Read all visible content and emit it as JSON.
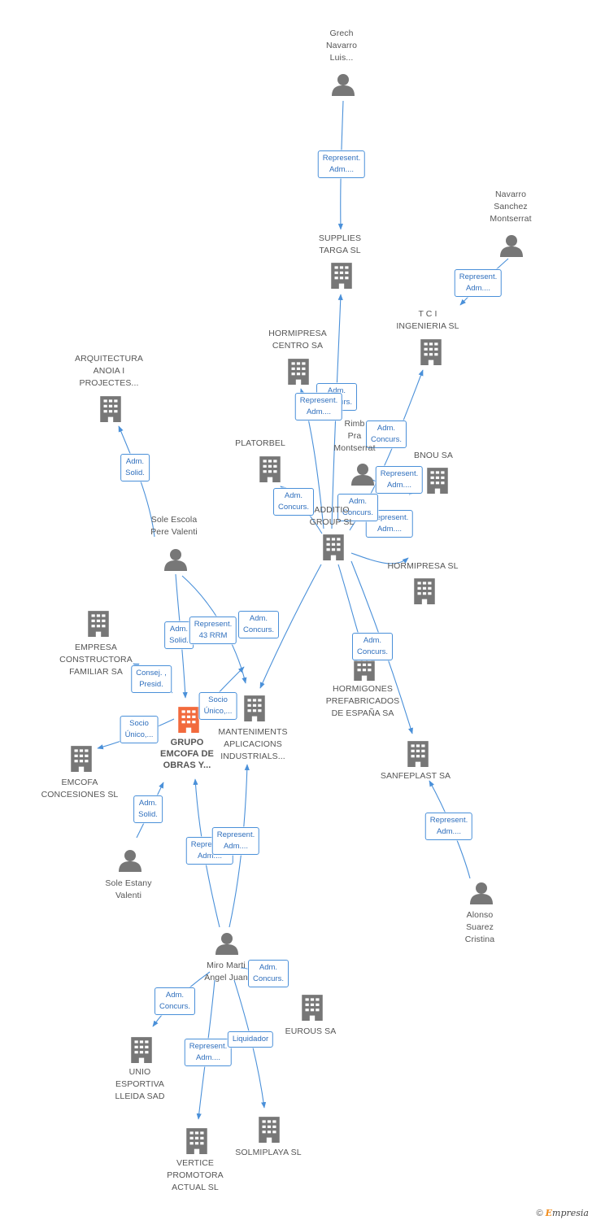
{
  "colors": {
    "edge": "#4a90d9",
    "node": "#777777",
    "main_node": "#f26a3d",
    "label": "#555555"
  },
  "nodes": [
    {
      "id": "grupo",
      "type": "company",
      "main": true,
      "lines": [
        "GRUPO",
        "EMCOFA DE",
        "OBRAS Y..."
      ]
    },
    {
      "id": "grech",
      "type": "person",
      "lines": [
        "Grech",
        "Navarro",
        "Luis..."
      ]
    },
    {
      "id": "supplies",
      "type": "company",
      "lines": [
        "SUPPLIES",
        "TARGA SL"
      ]
    },
    {
      "id": "navarro",
      "type": "person",
      "lines": [
        "Navarro",
        "Sanchez",
        "Montserrat"
      ]
    },
    {
      "id": "tci",
      "type": "company",
      "lines": [
        "T C I",
        "INGENIERIA SL"
      ]
    },
    {
      "id": "hormicentro",
      "type": "company",
      "lines": [
        "HORMIPRESA",
        "CENTRO SA"
      ]
    },
    {
      "id": "arquitectura",
      "type": "company",
      "lines": [
        "ARQUITECTURA",
        "ANOIA I",
        "PROJECTES..."
      ]
    },
    {
      "id": "platorbel",
      "type": "company",
      "lines": [
        "PLATORBEL"
      ]
    },
    {
      "id": "rimbau",
      "type": "person",
      "lines": [
        "Rimb",
        "Pra",
        "Montserrat"
      ]
    },
    {
      "id": "bnou",
      "type": "company",
      "lines": [
        "BNOU SA"
      ]
    },
    {
      "id": "additio",
      "type": "company",
      "lines": [
        "ADDITIO",
        "GROUP SL"
      ]
    },
    {
      "id": "hormipresa",
      "type": "company",
      "lines": [
        "HORMIPRESA SL"
      ]
    },
    {
      "id": "sole_pere",
      "type": "person",
      "lines": [
        "Sole Escola",
        "Pere Valenti"
      ]
    },
    {
      "id": "empresa",
      "type": "company",
      "lines": [
        "EMPRESA",
        "CONSTRUCTORA",
        "FAMILIAR SA"
      ]
    },
    {
      "id": "hormigones",
      "type": "company",
      "lines": [
        "HORMIGONES",
        "PREFABRICADOS",
        "DE ESPAÑA SA"
      ]
    },
    {
      "id": "manteniments",
      "type": "company",
      "lines": [
        "MANTENIMENTS",
        "APLICACIONS",
        "INDUSTRIALS..."
      ]
    },
    {
      "id": "sanfeplast",
      "type": "company",
      "lines": [
        "SANFEPLAST SA"
      ]
    },
    {
      "id": "emcofa_conc",
      "type": "company",
      "lines": [
        "EMCOFA",
        "CONCESIONES SL"
      ]
    },
    {
      "id": "sole_estany",
      "type": "person",
      "lines": [
        "Sole Estany",
        "Valenti"
      ]
    },
    {
      "id": "alonso",
      "type": "person",
      "lines": [
        "Alonso",
        "Suarez",
        "Cristina"
      ]
    },
    {
      "id": "miro",
      "type": "person",
      "lines": [
        "Miro Marti",
        "Angel Juan"
      ]
    },
    {
      "id": "eurous",
      "type": "company",
      "lines": [
        "EUROUS SA"
      ]
    },
    {
      "id": "unio",
      "type": "company",
      "lines": [
        "UNIO",
        "ESPORTIVA",
        "LLEIDA SAD"
      ]
    },
    {
      "id": "vertice",
      "type": "company",
      "lines": [
        "VERTICE",
        "PROMOTORA",
        "ACTUAL SL"
      ]
    },
    {
      "id": "solmiplaya",
      "type": "company",
      "lines": [
        "SOLMIPLAYA SL"
      ]
    }
  ],
  "edges": [
    {
      "from": "grech",
      "to": "supplies",
      "lines": [
        "Represent.",
        "Adm...."
      ]
    },
    {
      "from": "navarro",
      "to": "tci",
      "lines": [
        "Represent.",
        "Adm...."
      ]
    },
    {
      "from": "sole_pere",
      "to": "arquitectura",
      "lines": [
        "Adm.",
        "Solid."
      ]
    },
    {
      "from": "sole_pere",
      "to": "grupo",
      "lines": [
        "Adm.",
        "Solid."
      ]
    },
    {
      "from": "sole_pere",
      "to": "manteniments",
      "lines": [
        "Represent.",
        "43 RRM"
      ]
    },
    {
      "from": "additio",
      "to": "supplies",
      "lines": [
        "Adm.",
        "Concurs."
      ]
    },
    {
      "from": "additio",
      "to": "hormicentro",
      "lines": [
        "Represent.",
        "Adm...."
      ]
    },
    {
      "from": "additio",
      "to": "platorbel",
      "lines": [
        "Adm.",
        "Concurs."
      ]
    },
    {
      "from": "additio",
      "to": "tci",
      "lines": [
        "Adm.",
        "Concurs."
      ]
    },
    {
      "from": "rimbau",
      "to": "bnou",
      "lines": [
        "Represent.",
        "Adm...."
      ]
    },
    {
      "from": "additio",
      "to": "hormipresa",
      "lines": [
        "Represent.",
        "Adm...."
      ]
    },
    {
      "from": "additio",
      "to": "hormigones",
      "lines": [
        "Adm.",
        "Concurs."
      ]
    },
    {
      "from": "additio",
      "to": "manteniments",
      "lines": [
        "Adm.",
        "Concurs."
      ]
    },
    {
      "from": "additio",
      "to": "sanfeplast",
      "lines": [
        "Adm.",
        "Concurs."
      ]
    },
    {
      "from": "grupo",
      "to": "empresa",
      "lines": [
        "Consej. ,",
        "Presid."
      ]
    },
    {
      "from": "grupo",
      "to": "emcofa_conc",
      "lines": [
        "Socio",
        "Único,..."
      ]
    },
    {
      "from": "grupo",
      "to": "manteniments",
      "lines": [
        "Socio",
        "Único,..."
      ]
    },
    {
      "from": "sole_estany",
      "to": "grupo",
      "lines": [
        "Adm.",
        "Solid."
      ]
    },
    {
      "from": "alonso",
      "to": "sanfeplast",
      "lines": [
        "Represent.",
        "Adm...."
      ]
    },
    {
      "from": "miro",
      "to": "grupo",
      "lines": [
        "Represent.",
        "Adm...."
      ]
    },
    {
      "from": "miro",
      "to": "manteniments",
      "lines": [
        "Represent.",
        "Adm...."
      ]
    },
    {
      "from": "miro",
      "to": "unio",
      "lines": [
        "Adm.",
        "Concurs."
      ]
    },
    {
      "from": "miro",
      "to": "eurous",
      "lines": [
        "Adm.",
        "Concurs."
      ]
    },
    {
      "from": "miro",
      "to": "vertice",
      "lines": [
        "Represent.",
        "Adm...."
      ]
    },
    {
      "from": "miro",
      "to": "solmiplaya",
      "lines": [
        "Liquidador"
      ]
    }
  ],
  "footer": {
    "copyright": "©",
    "brand_initial": "E",
    "brand_rest": "mpresia"
  }
}
